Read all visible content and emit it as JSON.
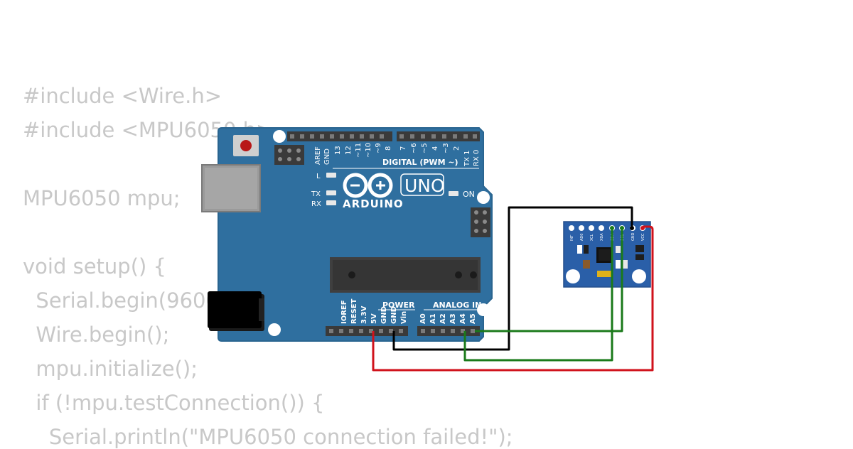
{
  "code": {
    "lines": [
      "#include <Wire.h>",
      "#include <MPU6050.h>",
      "",
      "MPU6050 mpu;",
      "",
      "void setup() {",
      "  Serial.begin(9600);",
      "  Wire.begin();",
      "  mpu.initialize();",
      "  if (!mpu.testConnection()) {",
      "    Serial.println(\"MPU6050 connection failed!\");"
    ]
  },
  "arduino": {
    "logo_text": "ARDUINO",
    "model_text": "UNO",
    "digital_label": "DIGITAL (PWM ~)",
    "power_label": "POWER",
    "analog_label": "ANALOG IN",
    "led_labels": {
      "l": "L",
      "tx": "TX",
      "rx": "RX",
      "on": "ON"
    },
    "top_pins": [
      "AREF",
      "GND",
      "13",
      "12",
      "~11",
      "~10",
      "~9",
      "8",
      "7",
      "~6",
      "~5",
      "4",
      "~3",
      "2",
      "TX 1",
      "RX 0"
    ],
    "power_pins": [
      "IOREF",
      "RESET",
      "3.3V",
      "5V",
      "GND",
      "GND",
      "Vin"
    ],
    "analog_pins": [
      "A0",
      "A1",
      "A2",
      "A3",
      "A4",
      "A5"
    ]
  },
  "sensor": {
    "pins": [
      "INT",
      "AD0",
      "XCL",
      "XDA",
      "SDA",
      "SCL",
      "GND",
      "VCC"
    ]
  },
  "wires": [
    {
      "name": "wire-gnd",
      "color": "#000000"
    },
    {
      "name": "wire-sda",
      "color": "#1a7a1a"
    },
    {
      "name": "wire-scl",
      "color": "#1a7a1a"
    },
    {
      "name": "wire-vcc",
      "color": "#d0121b"
    }
  ],
  "colors": {
    "board": "#2f6f9f",
    "board_edge": "#2a6590",
    "sensor_board": "#2a5fa8",
    "header": "#3a3a3a"
  }
}
